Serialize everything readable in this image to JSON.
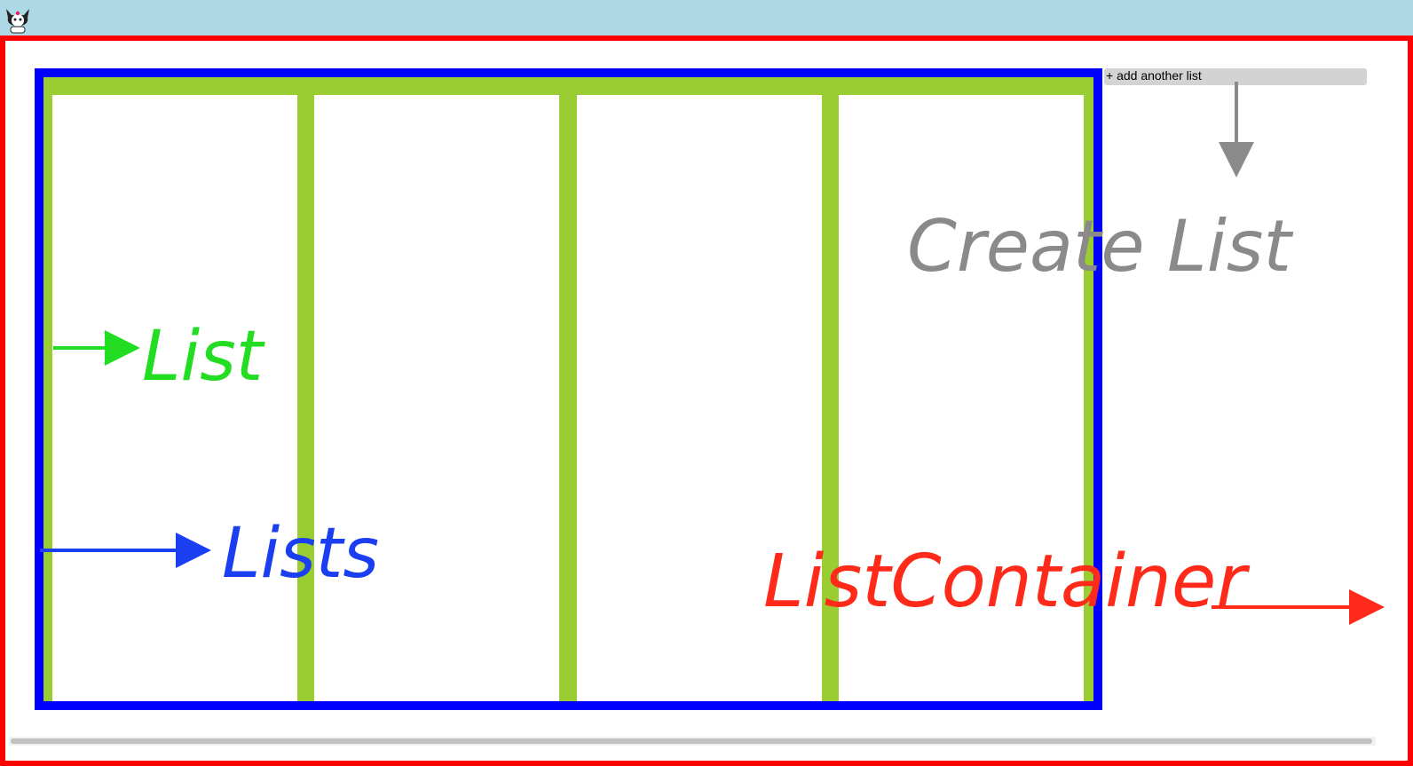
{
  "header": {
    "avatar_icon": "cat-mascot-icon",
    "background": "#add8e6"
  },
  "lists": {
    "items": [
      "",
      "",
      "",
      ""
    ],
    "border_color": "#0000ff",
    "list_gap_color": "#9acd32"
  },
  "create_list": {
    "label": "+ add another list"
  },
  "list_container": {
    "border_color": "#ff0000"
  },
  "annotations": {
    "list": "List",
    "lists": "Lists",
    "create_list": "Create List",
    "list_container": "ListContainer"
  }
}
